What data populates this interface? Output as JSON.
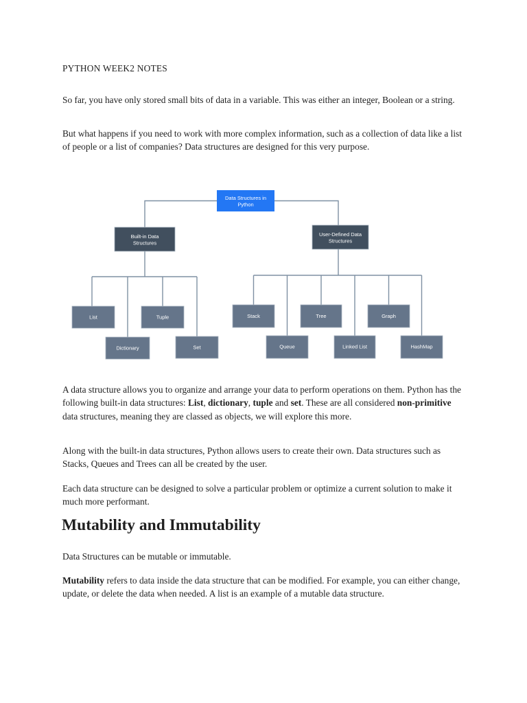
{
  "page": {
    "title": "PYTHON WEEK2 NOTES",
    "paragraphs": {
      "p1": "So far, you have only stored small bits of data in a variable. This was either an integer, Boolean or a string.",
      "p2": "But what happens if you need to work with more complex information, such as a collection of data like a list of people or a list of companies? Data structures are designed for this very purpose.",
      "p3_segs": [
        "A data structure allows you to organize and arrange your data to perform operations on them. Python has the following built-in data structures: ",
        "List",
        ", ",
        "dictionary",
        ", ",
        "tuple",
        " and ",
        "set",
        ". These are all considered ",
        "non-primitive",
        " data structures, meaning they are classed as objects, we will explore this more."
      ],
      "p4": "Along with the built-in data structures, Python allows users to create their own. Data structures such as Stacks, Queues and Trees can all be created by the user.",
      "p5": "Each data structure can be designed to solve a particular problem or optimize a current solution to make it much more performant.",
      "heading2": "Mutability and Immutability",
      "p6": "Data Structures can be mutable or immutable.",
      "p7_segs": [
        "Mutability",
        " refers to data inside the data structure that can be modified. For example, you can either change, update, or delete the data when needed. A list is an example of a mutable data structure."
      ]
    }
  },
  "diagram": {
    "root": {
      "line1": "Data Structures in",
      "line2": "Python"
    },
    "builtin": {
      "line1": "Built-in Data",
      "line2": "Structures"
    },
    "userdef": {
      "line1": "User-Defined Data",
      "line2": "Structures"
    },
    "leaves": {
      "list": "List",
      "tuple": "Tuple",
      "dictionary": "Dictionary",
      "set": "Set",
      "stack": "Stack",
      "tree": "Tree",
      "graph": "Graph",
      "queue": "Queue",
      "linked_list": "Linked List",
      "hashmap": "HashMap"
    },
    "colors": {
      "root_fill": "#2377f4",
      "root_border": "#1463dd",
      "branch_fill": "#414f5e",
      "leaf_fill": "#65758a",
      "connector": "#7e90a3",
      "label": "#ffffff"
    }
  }
}
